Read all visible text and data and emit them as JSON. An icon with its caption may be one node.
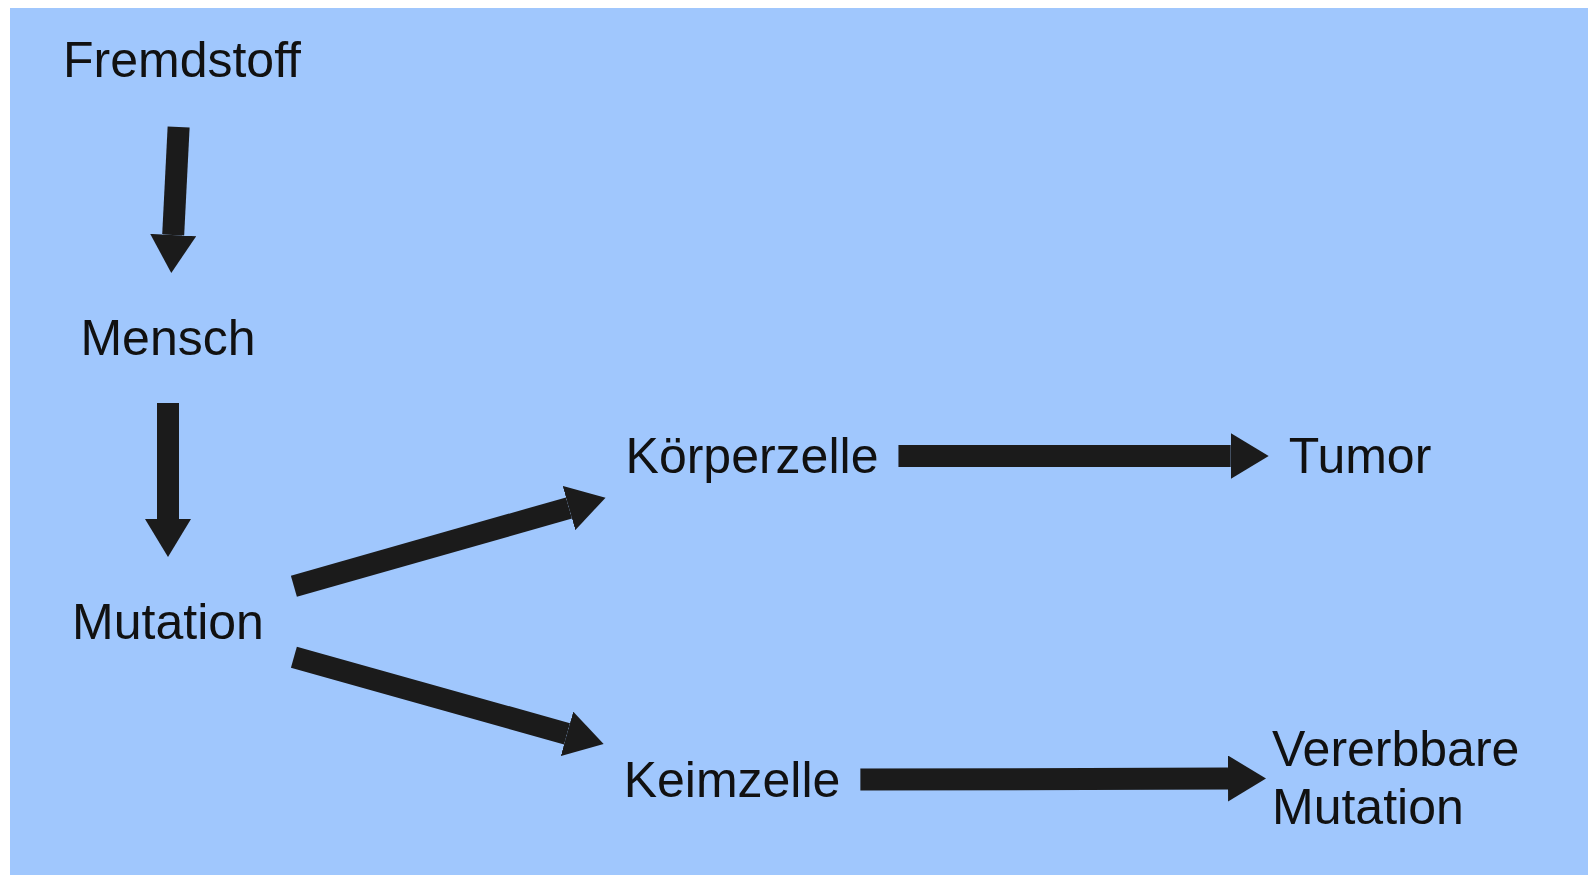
{
  "diagram": {
    "nodes": [
      {
        "text": [
          "Fremdstoff"
        ]
      },
      {
        "text": [
          "Mensch"
        ]
      },
      {
        "text": [
          "Mutation"
        ]
      },
      {
        "text": [
          "Körperzelle"
        ]
      },
      {
        "text": [
          "Keimzelle"
        ]
      },
      {
        "text": [
          "Tumor"
        ]
      },
      {
        "text": [
          "Vererbbare Mutation"
        ]
      }
    ],
    "edges": [
      {
        "from": 0,
        "to": 1,
        "arrow": "to"
      },
      {
        "from": 1,
        "to": 2,
        "arrow": "to"
      },
      {
        "from": 2,
        "to": 3,
        "arrow": "to"
      },
      {
        "from": 2,
        "to": 4,
        "arrow": "to"
      },
      {
        "from": 3,
        "to": 5,
        "arrow": "to"
      },
      {
        "from": 4,
        "to": 6,
        "arrow": "to"
      }
    ]
  }
}
